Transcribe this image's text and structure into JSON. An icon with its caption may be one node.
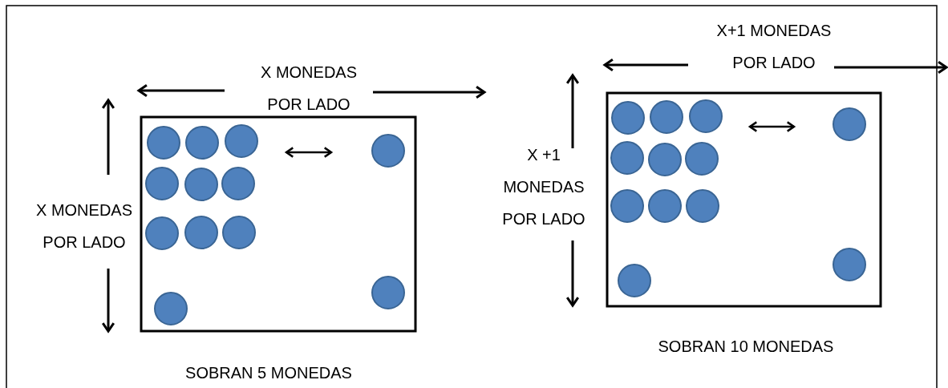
{
  "diagram": {
    "labels": [
      "X+1 MONEDAS POR LADO",
      "X MONEDAS POR LADO",
      "X +1 MONEDAS POR LADO",
      "X MONEDAS POR LADO",
      "SOBRAN 10 MONEDAS",
      "SOBRAN 5 MONEDAS"
    ]
  }
}
